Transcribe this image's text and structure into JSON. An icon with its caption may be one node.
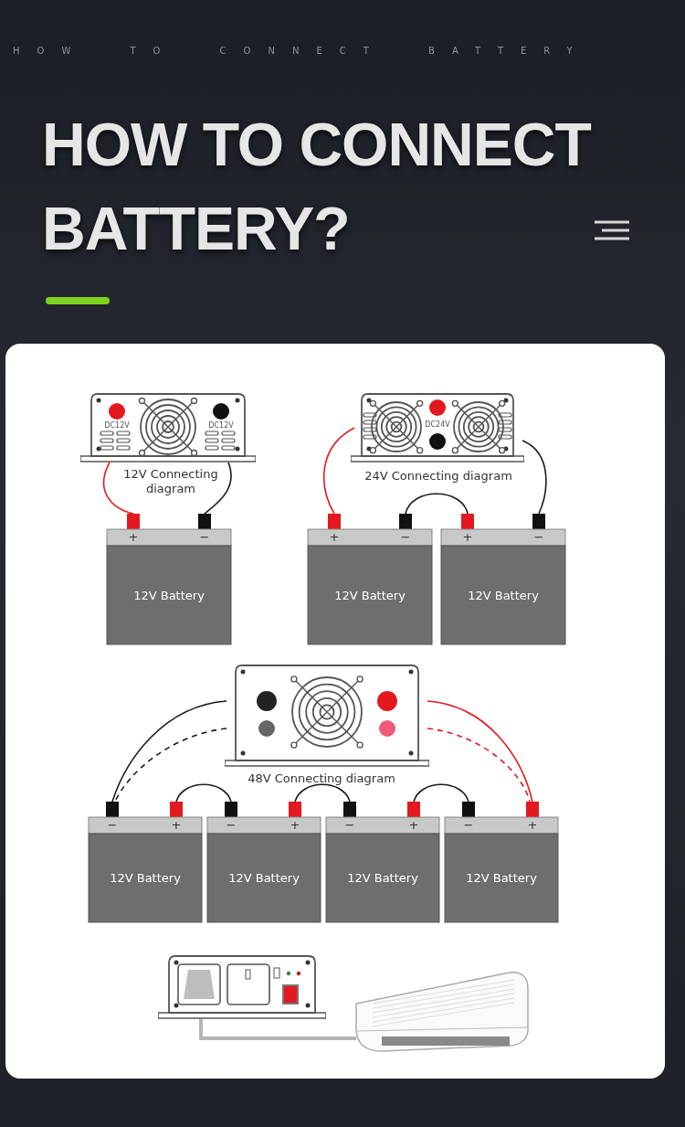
{
  "diagram": {
    "title": "HOW TO CONNECT BATTERY?",
    "nodes": [
      {
        "text": [
          "DC12V",
          "DC12V"
        ],
        "beside": [
          "12V Connecting diagram"
        ]
      },
      {
        "text": [
          "+",
          "−",
          "12V Battery"
        ]
      },
      {
        "text": [
          "DC24V"
        ],
        "beside": [
          "24V Connecting diagram"
        ]
      },
      {
        "text": [
          "+",
          "−",
          "12V Battery"
        ]
      },
      {
        "text": [
          "+",
          "−",
          "12V Battery"
        ]
      },
      {
        "text": [],
        "shape": "picture",
        "beside": [
          "48V Connecting diagram"
        ]
      },
      {
        "text": [
          "−",
          "+",
          "12V Battery"
        ]
      },
      {
        "text": [
          "−",
          "+",
          "12V Battery"
        ]
      },
      {
        "text": [
          "−",
          "+",
          "12V Battery"
        ]
      },
      {
        "text": [
          "−",
          "+",
          "12V Battery"
        ]
      },
      {
        "text": [],
        "shape": "picture"
      },
      {
        "text": [],
        "shape": "picture"
      }
    ],
    "edges": [
      {
        "from": 0,
        "to": 1,
        "arrow": "none",
        "color": "#e3191f"
      },
      {
        "from": 0,
        "to": 1,
        "arrow": "none"
      },
      {
        "from": 2,
        "to": 3,
        "arrow": "none",
        "color": "#e3191f"
      },
      {
        "from": 3,
        "to": 4,
        "arrow": "none"
      },
      {
        "from": 2,
        "to": 4,
        "arrow": "none"
      },
      {
        "from": 5,
        "to": 6,
        "arrow": "none"
      },
      {
        "from": 5,
        "to": 6,
        "arrow": "none",
        "style": "dashed"
      },
      {
        "from": 6,
        "to": 7,
        "arrow": "none"
      },
      {
        "from": 7,
        "to": 8,
        "arrow": "none"
      },
      {
        "from": 8,
        "to": 9,
        "arrow": "none"
      },
      {
        "from": 5,
        "to": 9,
        "arrow": "none",
        "color": "#e3191f"
      },
      {
        "from": 5,
        "to": 9,
        "arrow": "none",
        "color": "#e3191f",
        "style": "dashed"
      },
      {
        "from": 10,
        "to": 11,
        "arrow": "none",
        "color": "#b5b5b5",
        "style": "thick"
      }
    ],
    "labels": [
      "HOW TO CONNECT BATTERY"
    ]
  }
}
